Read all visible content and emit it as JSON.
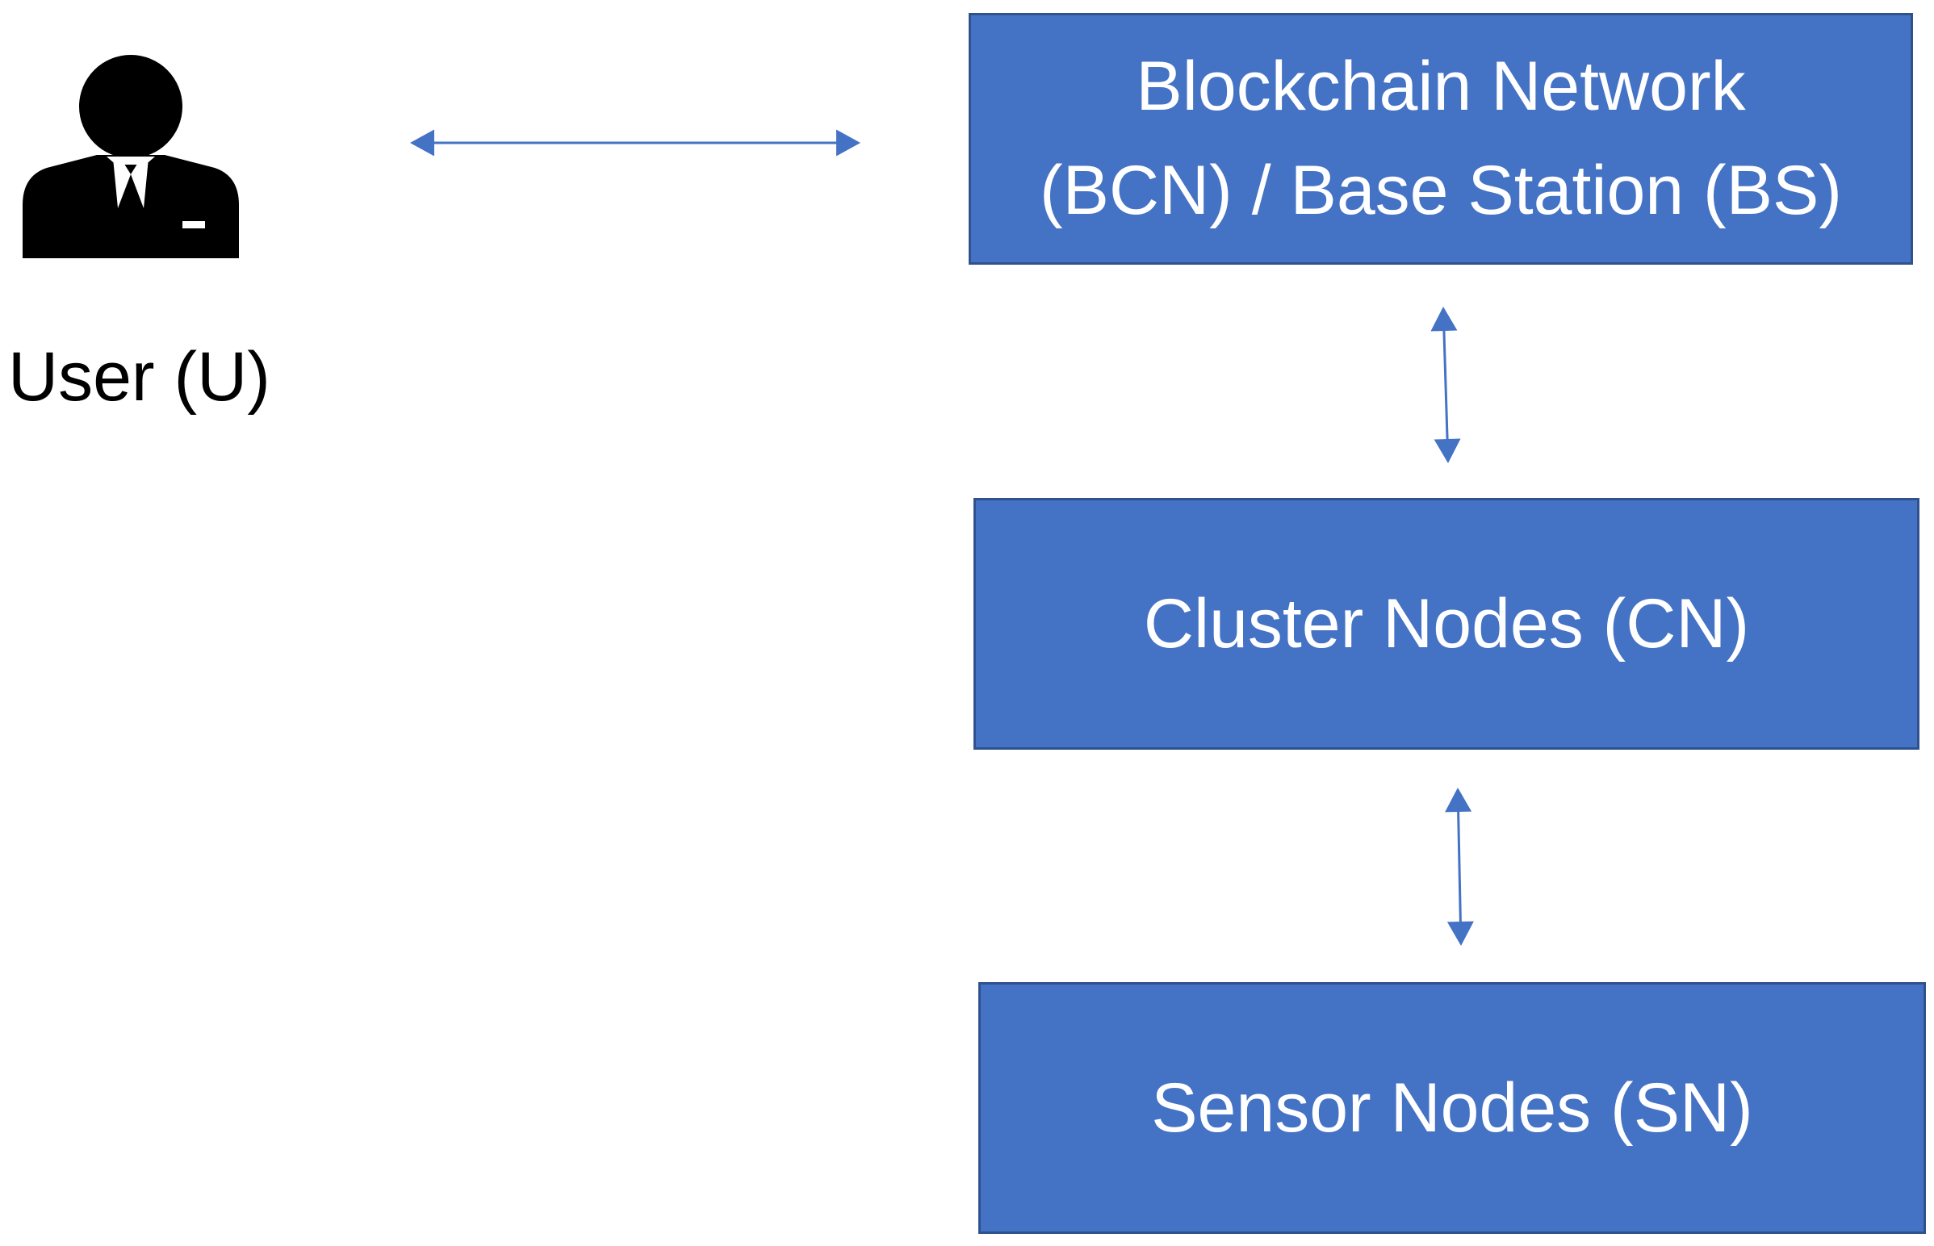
{
  "user": {
    "label": "User (U)",
    "icon": "businessman-icon"
  },
  "nodes": [
    {
      "id": "bcn",
      "label": "Blockchain Network\n(BCN) / Base Station (BS)"
    },
    {
      "id": "cn",
      "label": "Cluster Nodes (CN)"
    },
    {
      "id": "sn",
      "label": "Sensor Nodes (SN)"
    }
  ],
  "connections": [
    {
      "from": "user",
      "to": "bcn",
      "direction": "bidirectional"
    },
    {
      "from": "bcn",
      "to": "cn",
      "direction": "bidirectional"
    },
    {
      "from": "cn",
      "to": "sn",
      "direction": "bidirectional"
    }
  ],
  "colors": {
    "node_fill": "#4472c4",
    "node_border": "#2f528f",
    "node_text": "#ffffff",
    "arrow": "#4472c4",
    "icon": "#000000"
  }
}
